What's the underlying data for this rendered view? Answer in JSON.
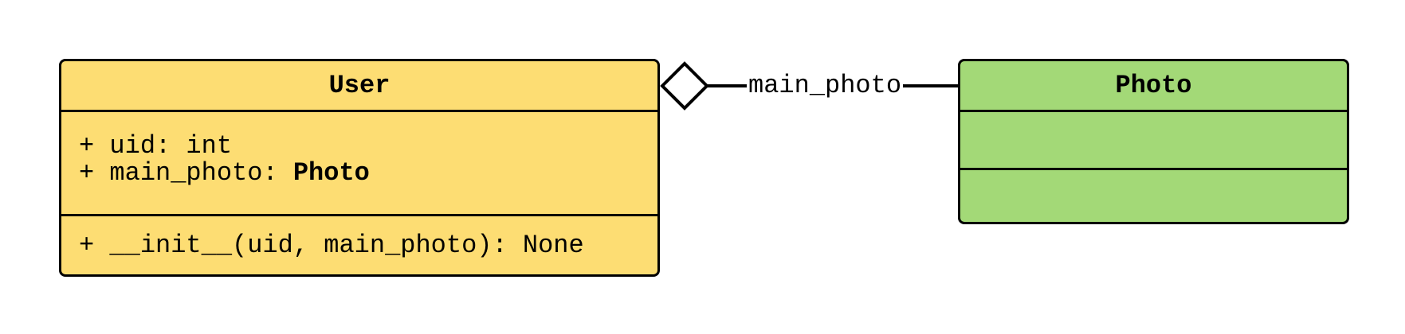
{
  "colors": {
    "user_fill": "#FDDD73",
    "photo_fill": "#A3D977",
    "stroke": "#000000",
    "background": "#FFFFFF"
  },
  "classes": {
    "user": {
      "name": "User",
      "attributes": [
        {
          "text": "+ uid: int",
          "type_bold": ""
        },
        {
          "text": "+ main_photo: ",
          "type_bold": "Photo"
        }
      ],
      "methods": [
        "+ __init__(uid, main_photo): None"
      ]
    },
    "photo": {
      "name": "Photo",
      "attributes": [],
      "methods": []
    }
  },
  "association": {
    "type": "aggregation",
    "label": "main_photo",
    "from": "User",
    "to": "Photo",
    "end_marker": "hollow-diamond"
  }
}
